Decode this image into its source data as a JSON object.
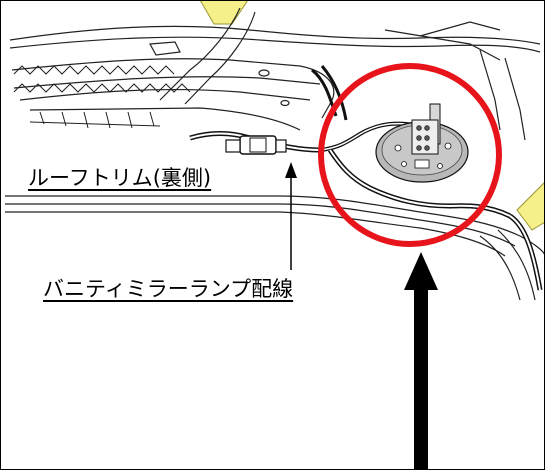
{
  "labels": {
    "roof_trim": "ルーフトリム(裏側)",
    "vanity_mirror_lamp_wiring": "バニティミラーランプ配線"
  },
  "colors": {
    "highlight_circle": "#e8141c",
    "caution_marker": "#f6f08a",
    "line_art": "#000000",
    "background": "#ffffff"
  },
  "icons": {
    "caution_marker_shape": "yellow-diamond"
  }
}
